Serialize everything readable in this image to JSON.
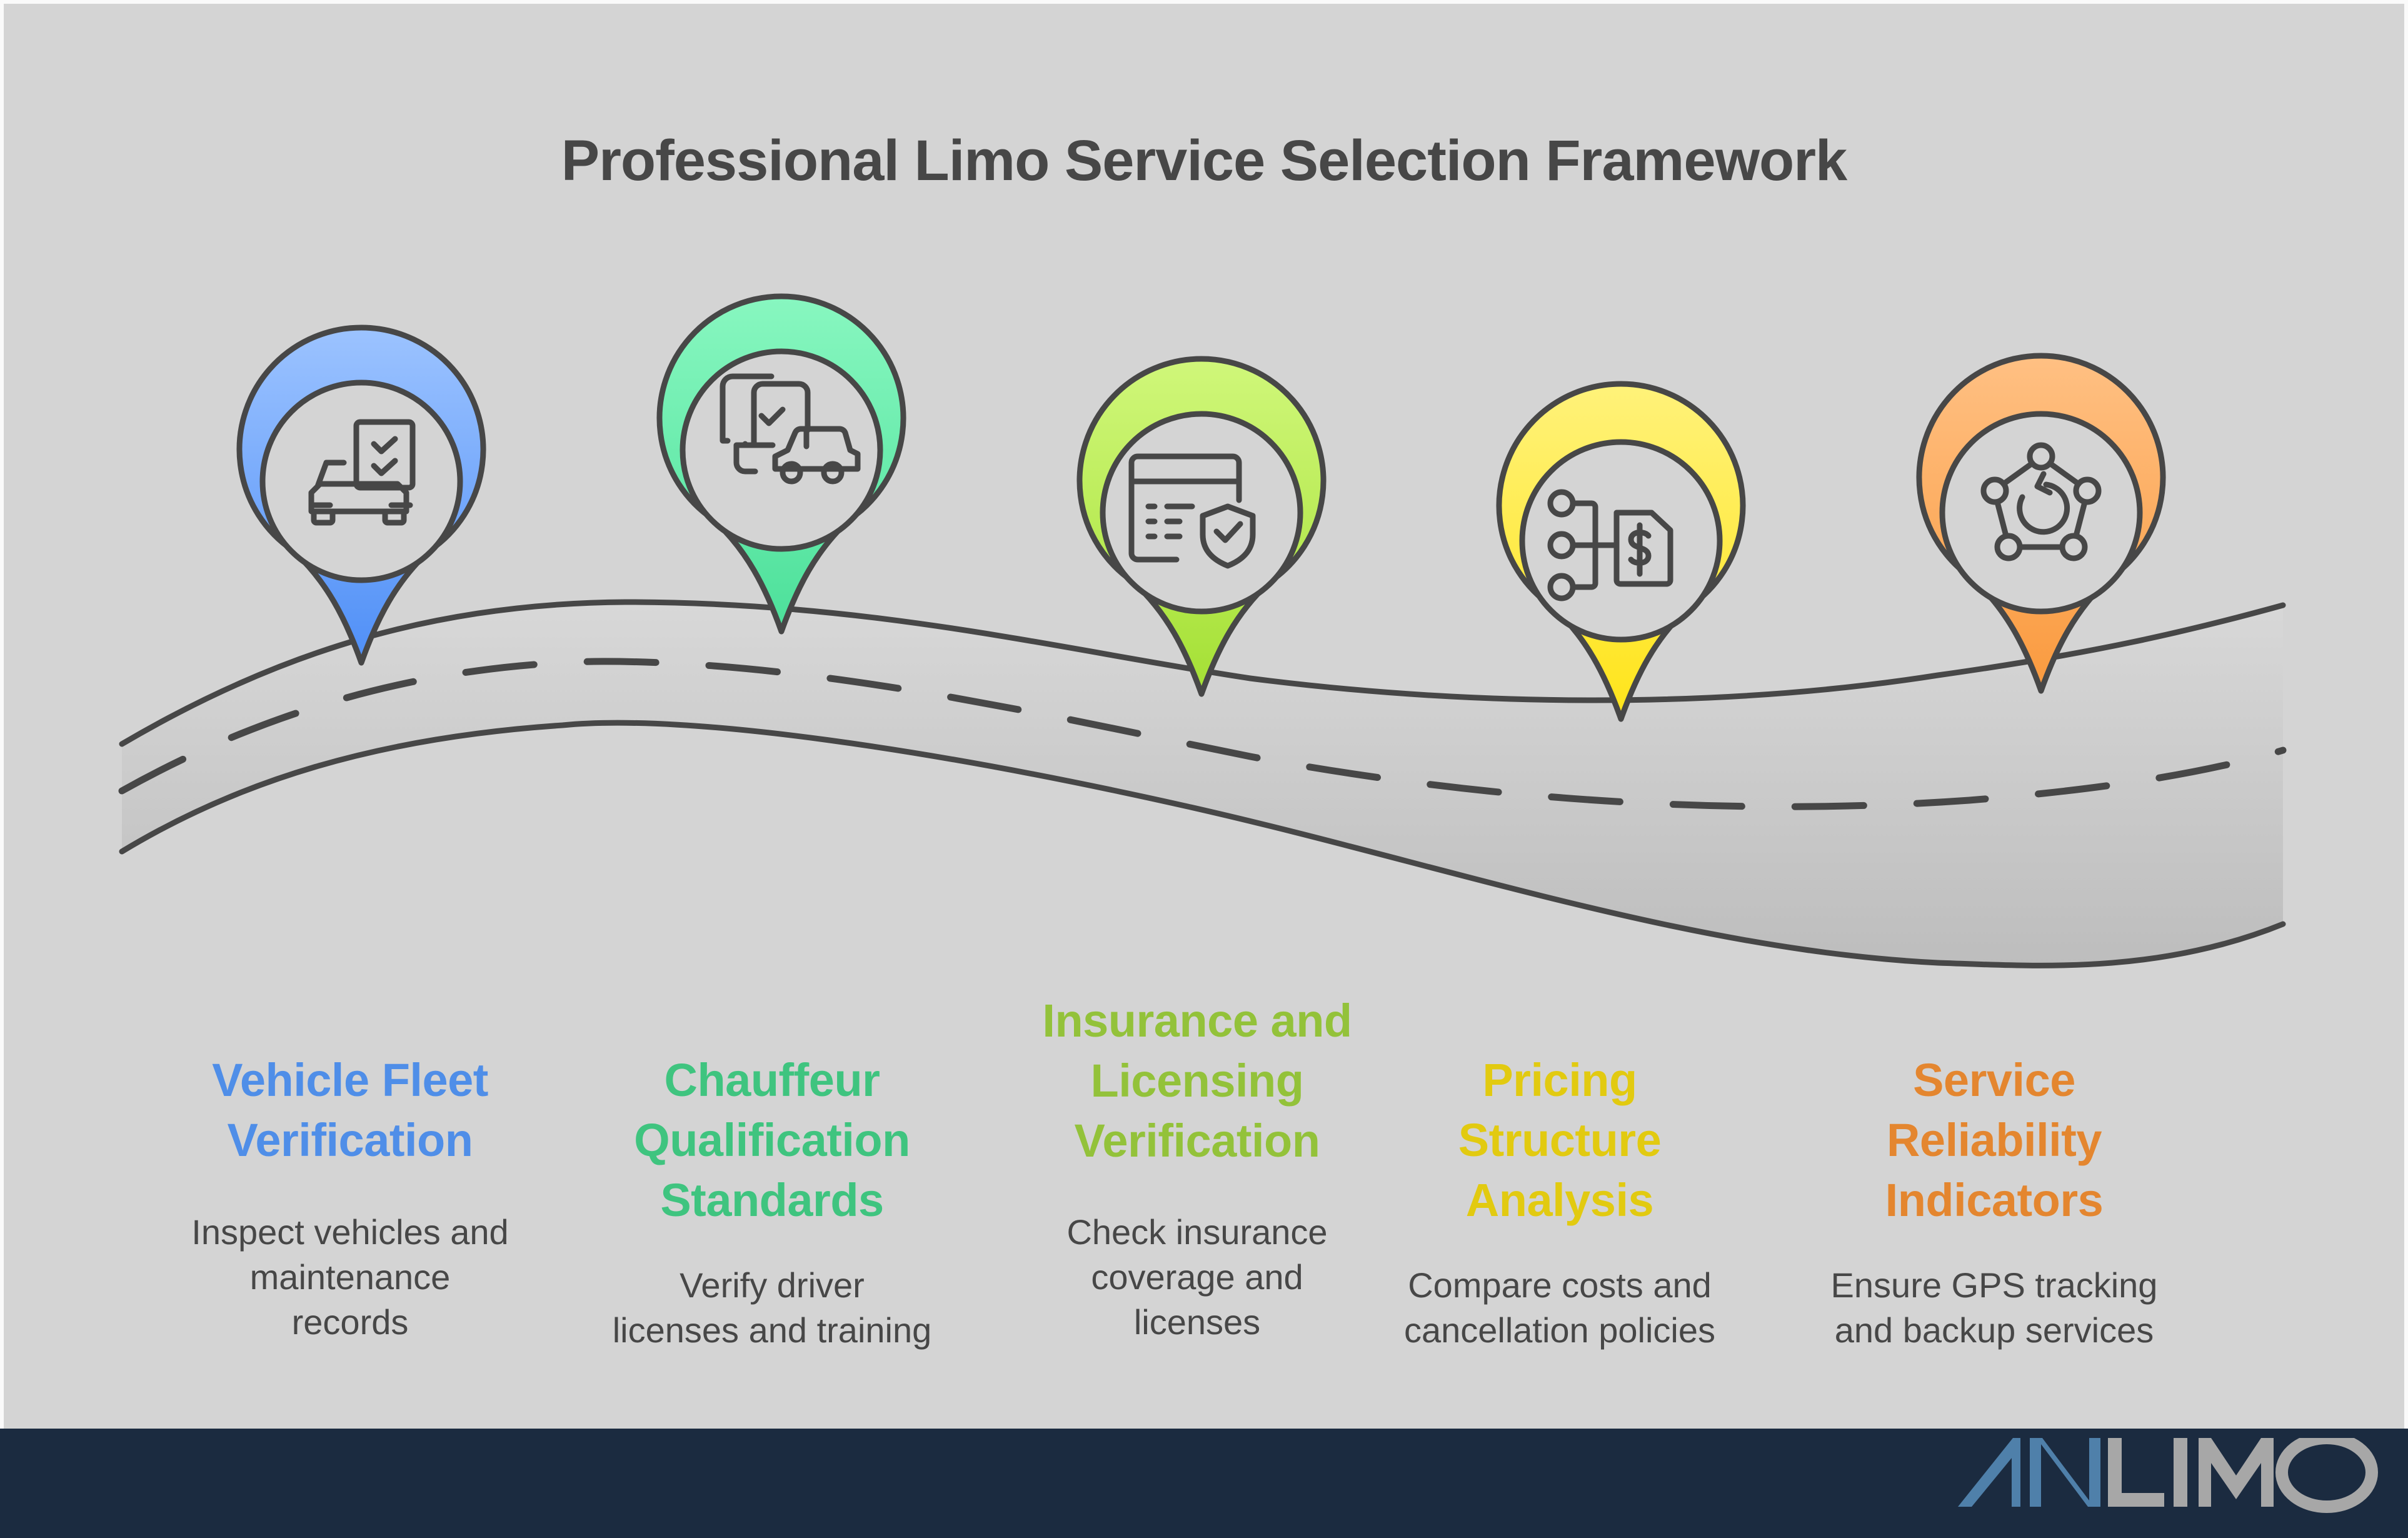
{
  "title": "Professional Limo Service Selection Framework",
  "steps": [
    {
      "heading_lines": [
        "Vehicle Fleet",
        "Verification"
      ],
      "description_lines": [
        "Inspect vehicles and",
        "maintenance",
        "records"
      ],
      "color": "#4f8ee8",
      "pin_color_top": "#9cc3ff",
      "pin_color_bottom": "#4f8ff7",
      "icon": "car-checklist-icon"
    },
    {
      "heading_lines": [
        "Chauffeur",
        "Qualification",
        "Standards"
      ],
      "description_lines": [
        "Verify driver",
        "licenses and training"
      ],
      "color": "#3fc47f",
      "pin_color_top": "#88f7c0",
      "pin_color_bottom": "#4ce09a",
      "icon": "driver-license-car-icon"
    },
    {
      "heading_lines": [
        "Insurance and",
        "Licensing",
        "Verification"
      ],
      "description_lines": [
        "Check insurance",
        "coverage and",
        "licenses"
      ],
      "color": "#93c23a",
      "pin_color_top": "#d0f77a",
      "pin_color_bottom": "#a4e034",
      "icon": "document-shield-icon"
    },
    {
      "heading_lines": [
        "Pricing",
        "Structure",
        "Analysis"
      ],
      "description_lines": [
        "Compare costs and",
        "cancellation policies"
      ],
      "color": "#e2ca10",
      "pin_color_top": "#fff27a",
      "pin_color_bottom": "#ffe419",
      "icon": "price-structure-icon"
    },
    {
      "heading_lines": [
        "Service",
        "Reliability",
        "Indicators"
      ],
      "description_lines": [
        "Ensure GPS tracking",
        "and backup services"
      ],
      "color": "#e4862f",
      "pin_color_top": "#ffc083",
      "pin_color_bottom": "#fa9a3e",
      "icon": "network-refresh-icon"
    }
  ],
  "footer": {
    "logo_text_accent": "AN",
    "logo_text_main": "LIMO",
    "logo_accent_color": "#4f80aa",
    "logo_main_color": "#a7a7a7"
  },
  "colors": {
    "background": "#d4d4d4",
    "footer": "#1b2b40",
    "stroke": "#474747"
  }
}
